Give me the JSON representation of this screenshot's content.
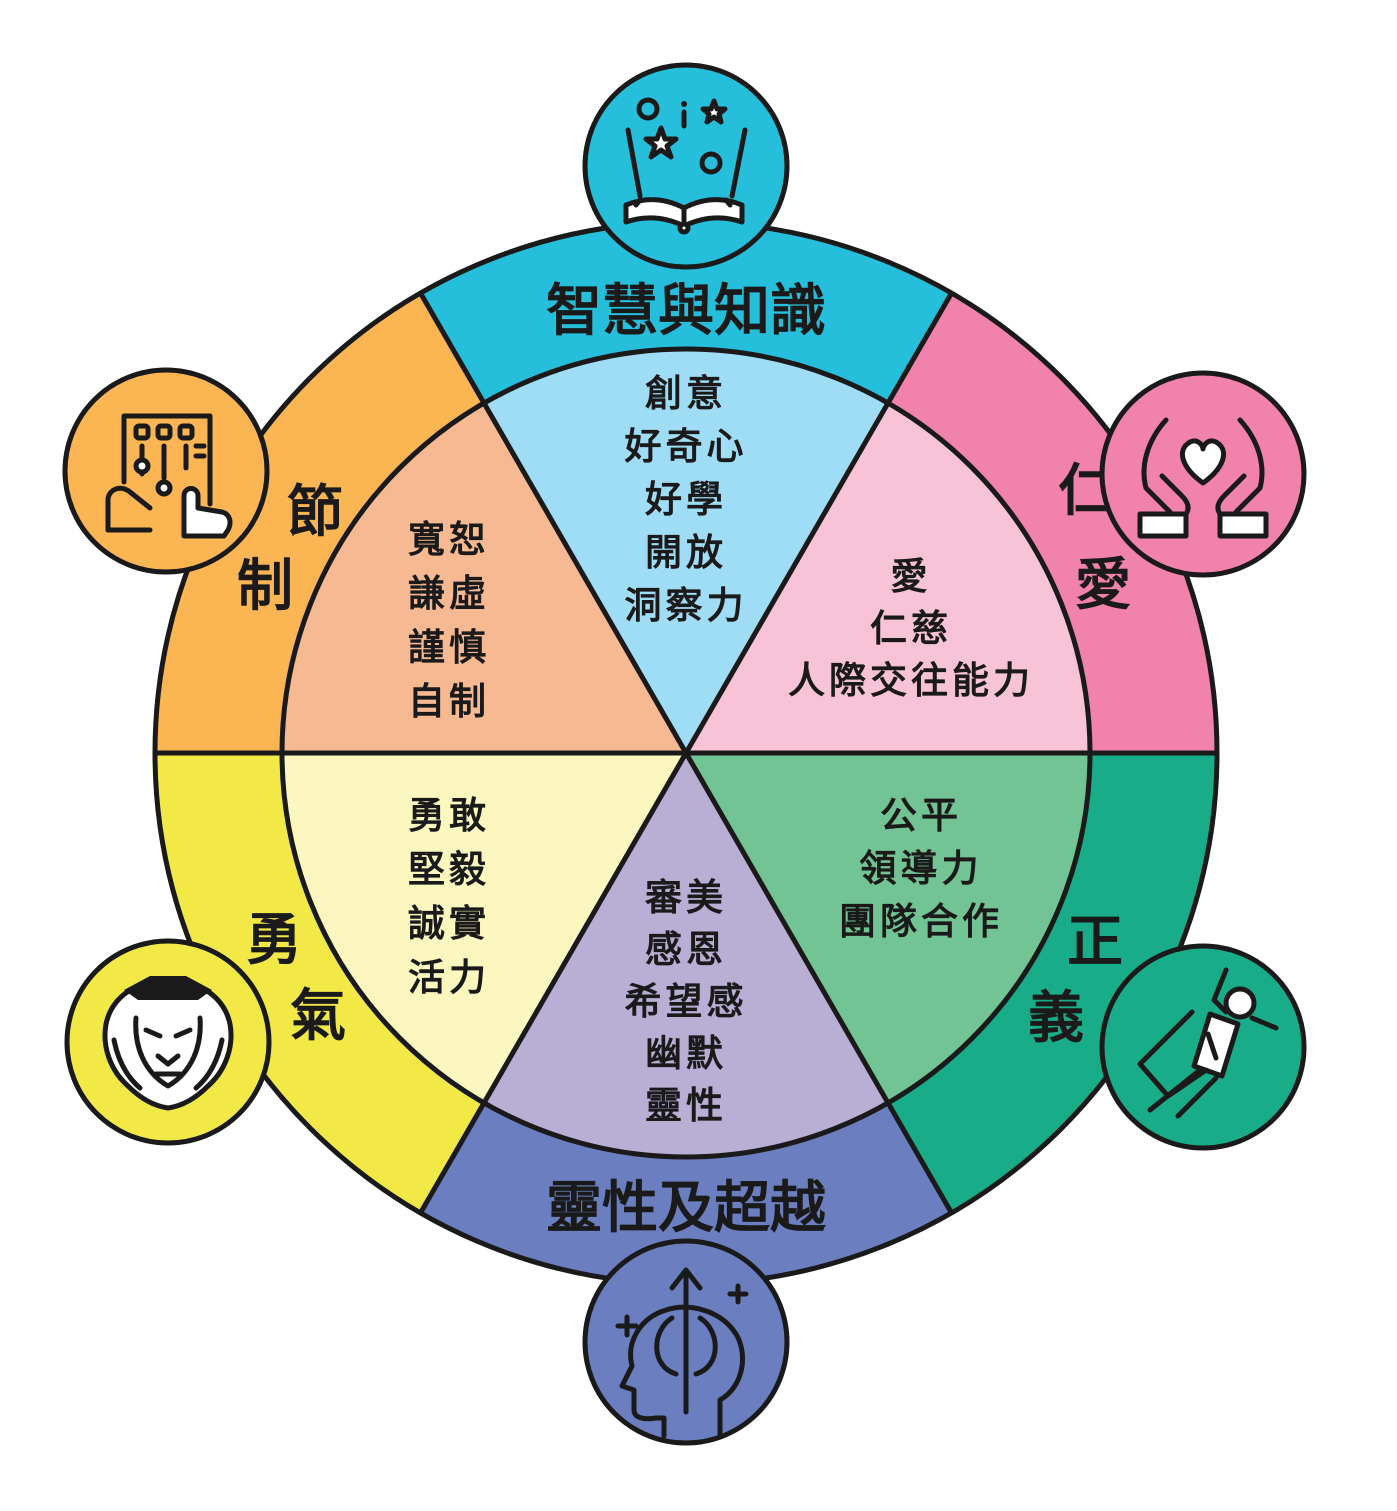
{
  "virtues": [
    {
      "id": "wisdom",
      "name": "智慧與知識",
      "outer_color": "#25bfdc",
      "inner_color": "#9fdcf6",
      "icon": "open-book-stars-icon",
      "strengths": [
        "創意",
        "好奇心",
        "好學",
        "開放",
        "洞察力"
      ]
    },
    {
      "id": "humanity",
      "name": "仁愛",
      "outer_color": "#f082ac",
      "inner_color": "#f8c3d7",
      "icon": "hands-heart-icon",
      "strengths": [
        "愛",
        "仁慈",
        "人際交往能力"
      ]
    },
    {
      "id": "justice",
      "name": "正義",
      "outer_color": "#19ac88",
      "inner_color": "#73c494",
      "icon": "superhero-icon",
      "strengths": [
        "公平",
        "領導力",
        "團隊合作"
      ]
    },
    {
      "id": "transcendence",
      "name": "靈性及超越",
      "outer_color": "#6b7fc0",
      "inner_color": "#b9aed4",
      "icon": "head-arrow-icon",
      "strengths": [
        "審美",
        "感恩",
        "希望感",
        "幽默",
        "靈性"
      ]
    },
    {
      "id": "courage",
      "name": "勇氣",
      "outer_color": "#f2e947",
      "inner_color": "#fbf7bf",
      "icon": "lion-icon",
      "strengths": [
        "勇敢",
        "堅毅",
        "誠實",
        "活力"
      ]
    },
    {
      "id": "temperance",
      "name": "節制",
      "outer_color": "#fbb553",
      "inner_color": "#f7b991",
      "icon": "control-panel-hand-icon",
      "strengths": [
        "寬恕",
        "謙虛",
        "謹慎",
        "自制"
      ]
    }
  ]
}
